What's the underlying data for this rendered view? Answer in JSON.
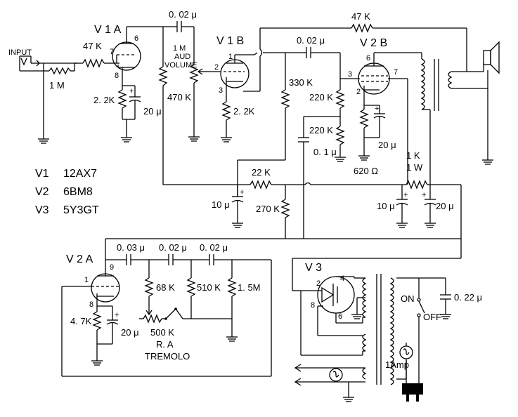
{
  "tubes": {
    "v1a": "V 1 A",
    "v1b": "V 1 B",
    "v2a": "V 2 A",
    "v2b": "V 2 B",
    "v3": "V 3"
  },
  "pins": {
    "v1a_plate": "6",
    "v1a_grid": "7",
    "v1a_cathode": "8",
    "v1b_grid": "2",
    "v1b_plate": "1",
    "v1b_cathode": "3",
    "v2b_grid": "3",
    "v2b_cathode": "2",
    "v2b_plate": "6",
    "v2b_screen": "7",
    "v2a_plate": "9",
    "v2a_grid": "1",
    "v2a_cathode": "8",
    "v3_p2": "2",
    "v3_p4": "4",
    "v3_p8": "8",
    "v3_p6": "6"
  },
  "components": {
    "input": "INPUT",
    "r_input_grid": "47 K",
    "r_input_1m": "1 M",
    "r_v1a_cathode": "2. 2K",
    "c_v1a_cathode": "20 μ",
    "c_v1a_out": "0. 02 μ",
    "vol_1": "1 M",
    "vol_2": "AUD",
    "vol_3": "VOLUME",
    "r_v1a_plate": "470 K",
    "r_v1b_cathode": "2. 2K",
    "r_feedback": "47 K",
    "c_v1b_out": "0. 02 μ",
    "r_330k": "330 K",
    "r_220k_a": "220 K",
    "r_220k_b": "220 K",
    "c_tremolo": "0. 1 μ",
    "c_v2b_cathode": "20 μ",
    "r_v2b_cathode": "620 Ω",
    "r_1k_1": "1 K",
    "r_1k_2": "1 W",
    "r_22k": "22 K",
    "c_10u_left": "10 μ",
    "r_270k": "270 K",
    "c_10u_right": "10 μ",
    "c_20u_right": "20 μ",
    "c_osc_1": "0. 03 μ",
    "c_osc_2": "0. 02 μ",
    "c_osc_3": "0. 02 μ",
    "r_68k": "68 K",
    "r_510k": "510 K",
    "r_1_5m": "1. 5M",
    "r_v2a_cathode": "4. 7K",
    "c_v2a_cathode": "20 μ",
    "pot_tremolo_1": "500 K",
    "pot_tremolo_2": "R. A",
    "pot_tremolo_3": "TREMOLO",
    "switch_on": "ON",
    "switch_off": "OFF",
    "c_mains": "0. 22 μ",
    "fuse": "1Amp"
  },
  "legend": [
    {
      "tube": "V1",
      "type": "12AX7"
    },
    {
      "tube": "V2",
      "type": "6BM8"
    },
    {
      "tube": "V3",
      "type": "5Y3GT"
    }
  ]
}
